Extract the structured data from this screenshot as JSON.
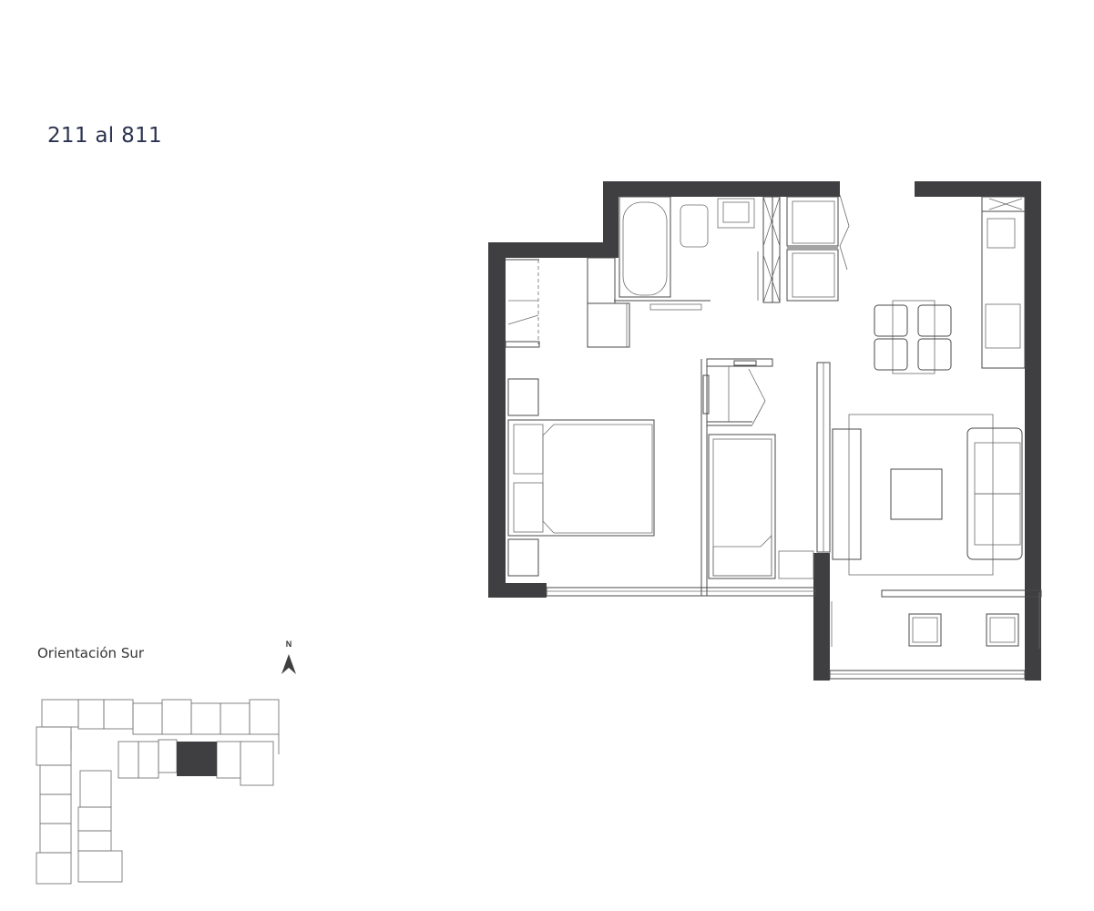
{
  "plan": {
    "unit_range": "211 al 811",
    "orientation": "Orientación Sur",
    "north_label": "N"
  },
  "colors": {
    "wall": "#3f3f42",
    "line": "#4a4a4a",
    "title": "#2b3350",
    "highlight_unit": "#3f3f42"
  },
  "icons": [
    "north-arrow-icon"
  ]
}
